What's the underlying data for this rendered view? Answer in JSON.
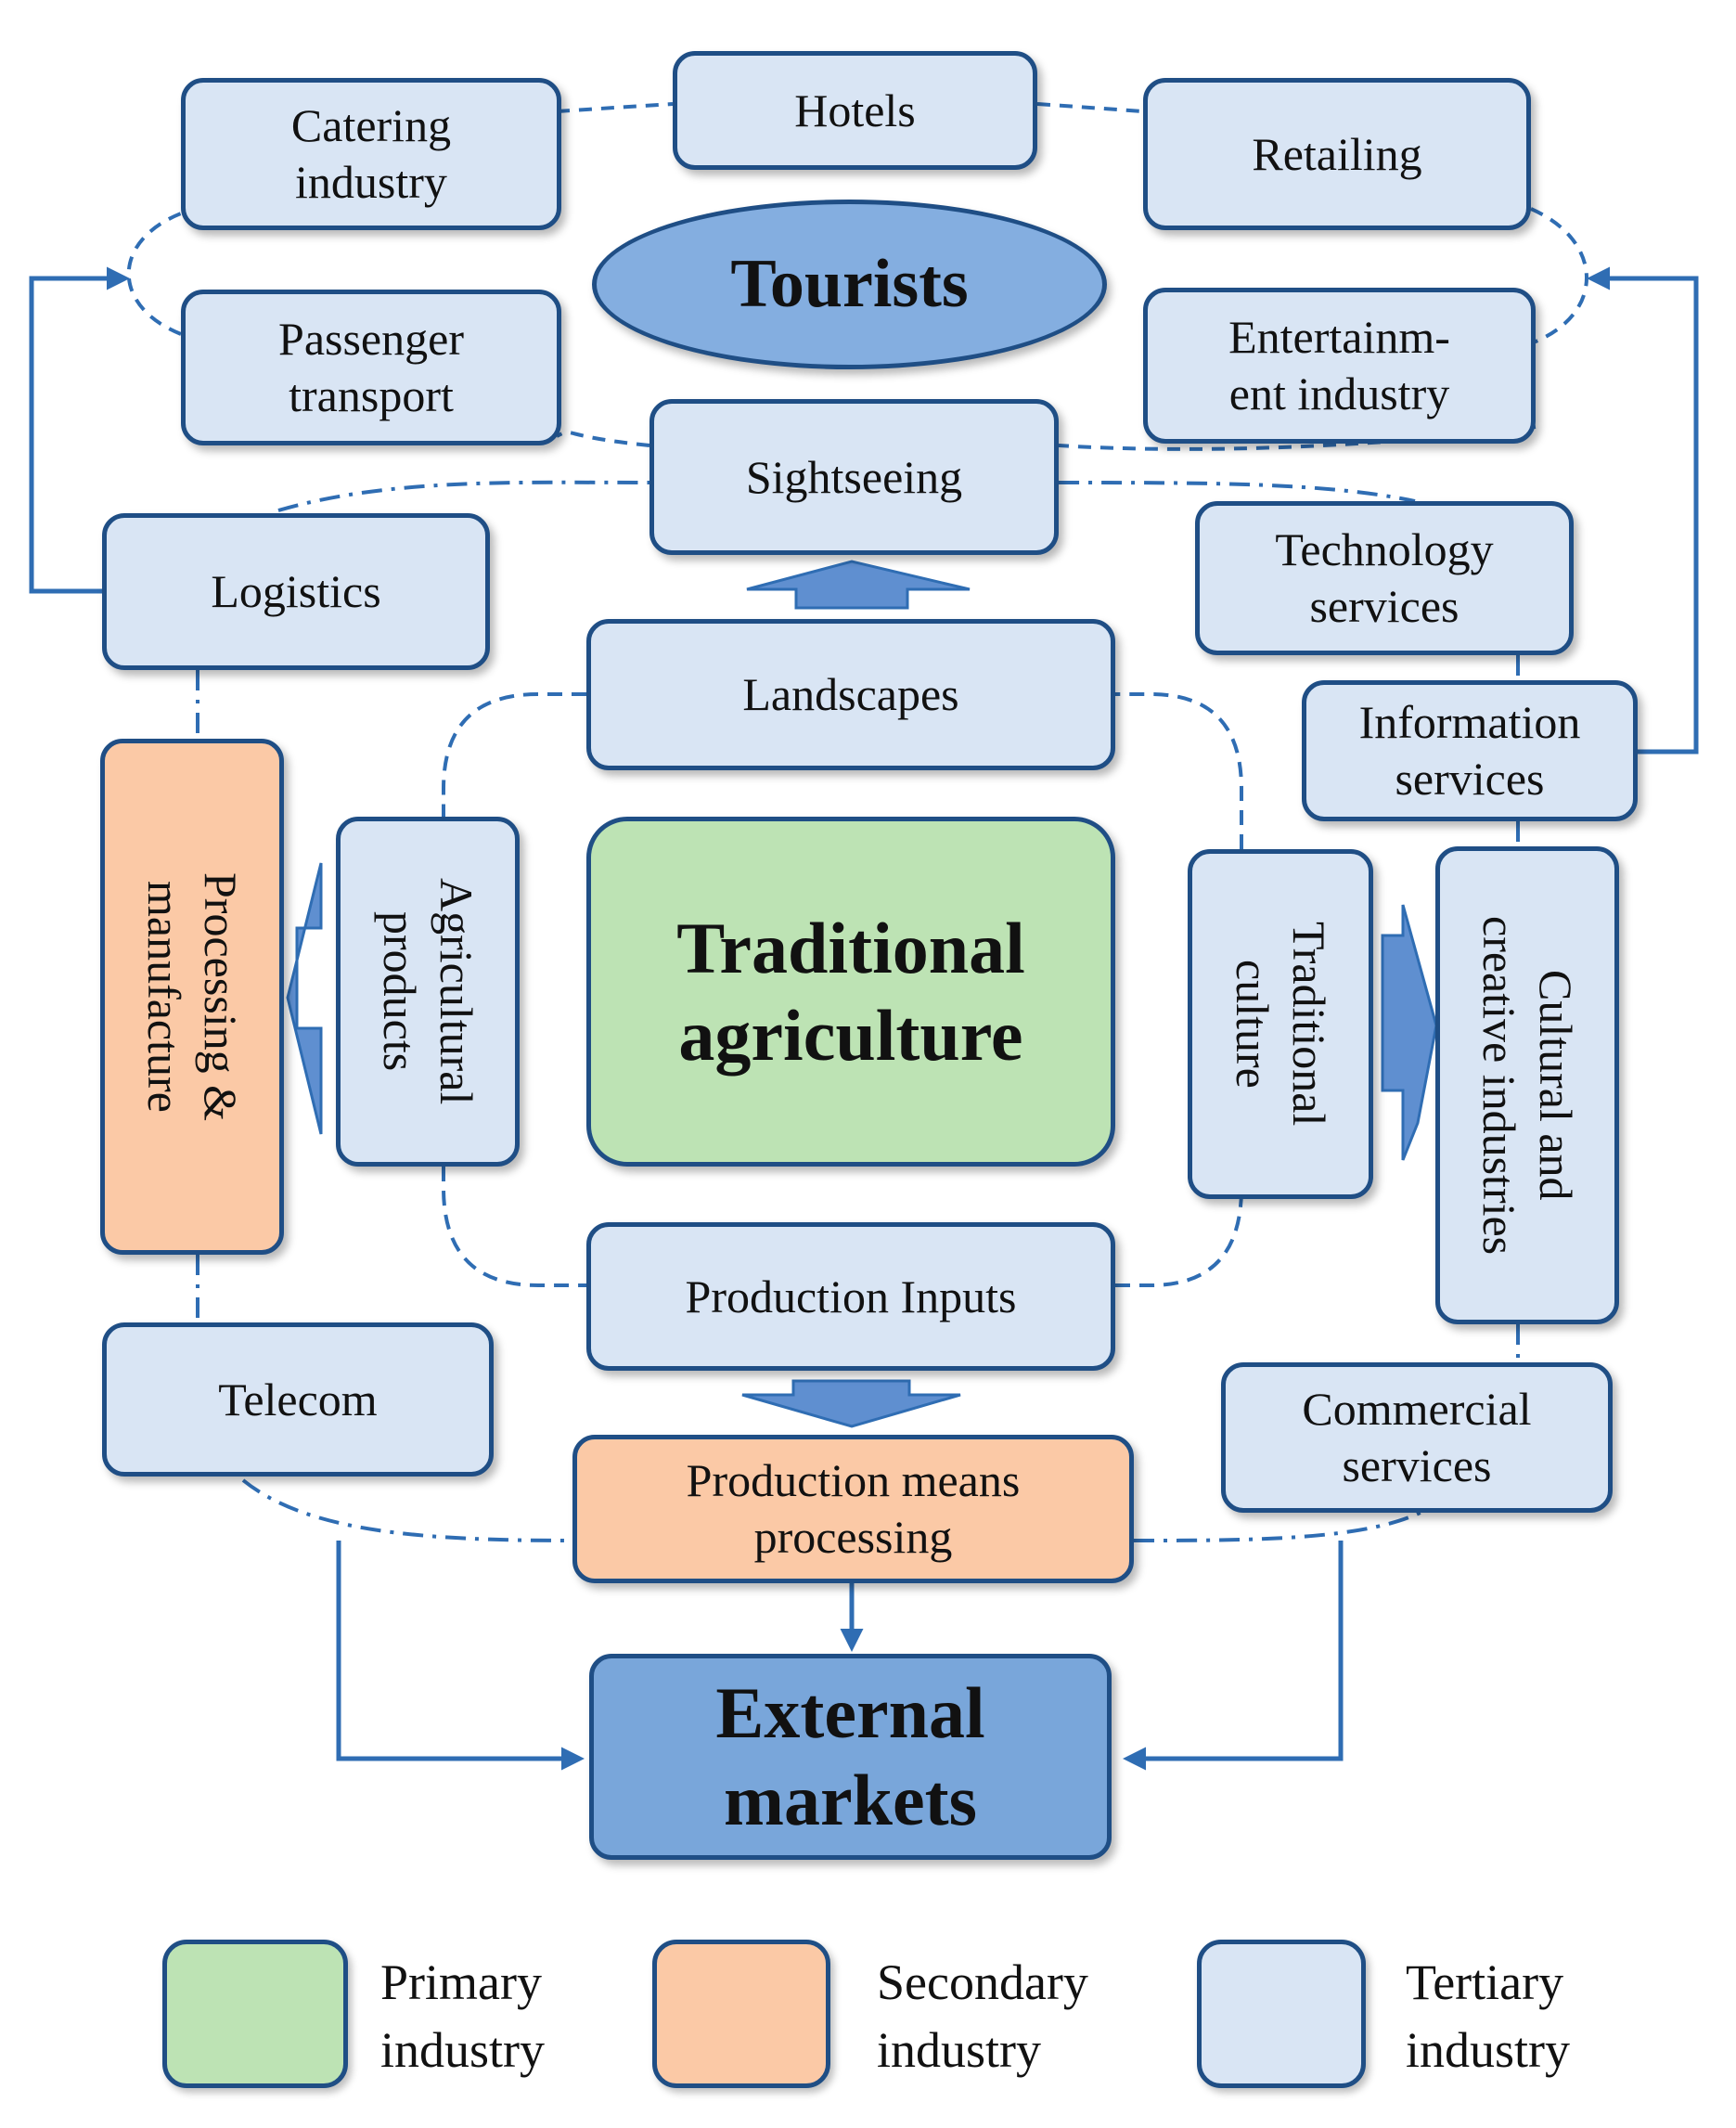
{
  "colors": {
    "primary_fill": "#bde3b4",
    "secondary_fill": "#fbc9a6",
    "tertiary_fill": "#d9e5f4",
    "core_fill": "#79a6da",
    "border": "#1f4e85",
    "connector": "#2f6db3"
  },
  "nodes": {
    "hotels": "Hotels",
    "catering": "Catering\nindustry",
    "retailing": "Retailing",
    "tourists": "Tourists",
    "passenger_transport": "Passenger\ntransport",
    "entertainment": "Entertainm-\nent industry",
    "sightseeing": "Sightseeing",
    "logistics": "Logistics",
    "technology_services": "Technology\nservices",
    "landscapes": "Landscapes",
    "information_services": "Information\nservices",
    "processing_manufacture": "Processing &\nmanufacture",
    "agricultural_products": "Agricultural\nproducts",
    "traditional_agriculture": "Traditional\nagriculture",
    "traditional_culture": "Traditional\nculture",
    "cultural_creative": "Cultural and\ncreative industries",
    "production_inputs": "Production Inputs",
    "telecom": "Telecom",
    "commercial_services": "Commercial\nservices",
    "production_means_processing": "Production means\nprocessing",
    "external_markets": "External\nmarkets"
  },
  "legend": {
    "primary": "Primary\nindustry",
    "secondary": "Secondary\nindustry",
    "tertiary": "Tertiary\nindustry"
  }
}
